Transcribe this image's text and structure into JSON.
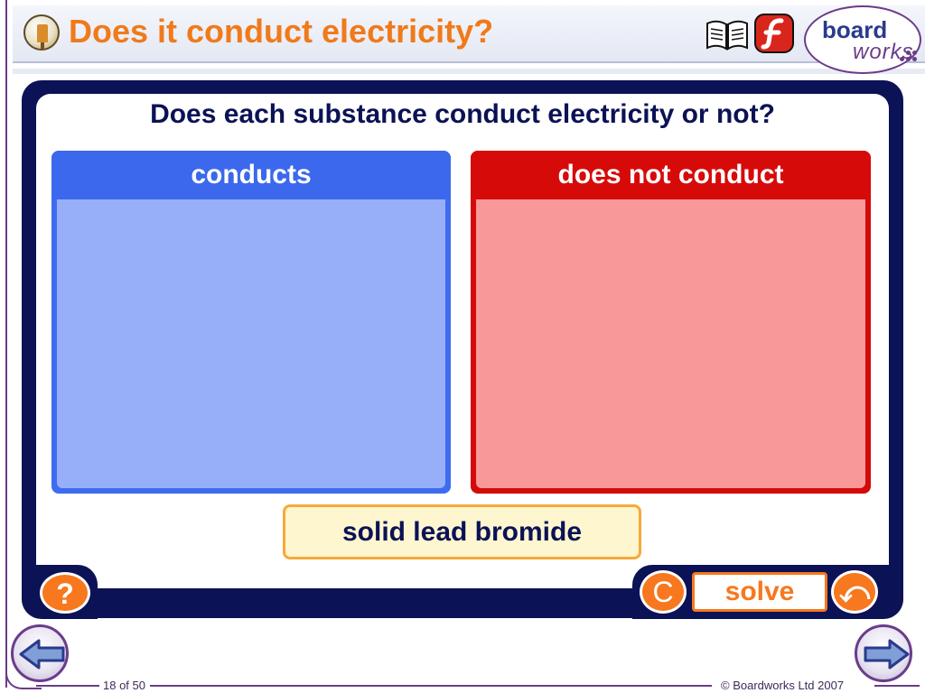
{
  "header": {
    "title": "Does it conduct electricity?",
    "icons": [
      "topic-icon",
      "book-icon",
      "flash-icon"
    ],
    "logo": {
      "top": "board",
      "bottom": "works"
    }
  },
  "activity": {
    "question": "Does each substance conduct electricity or not?",
    "categories": [
      {
        "label": "conducts",
        "color": "#3b68ec",
        "fill": "#97aef8"
      },
      {
        "label": "does not conduct",
        "color": "#d70a0a",
        "fill": "#f99898"
      }
    ],
    "current_card": "solid lead bromide",
    "controls": {
      "help": "?",
      "reset": "C",
      "solve": "solve",
      "undo": "⤺"
    }
  },
  "footer": {
    "slide": "18 of 50",
    "copyright": "© Boardworks Ltd 2007"
  },
  "colors": {
    "accent": "#f07a1a",
    "frame": "#0b1255",
    "brand": "#6b3c8a"
  }
}
